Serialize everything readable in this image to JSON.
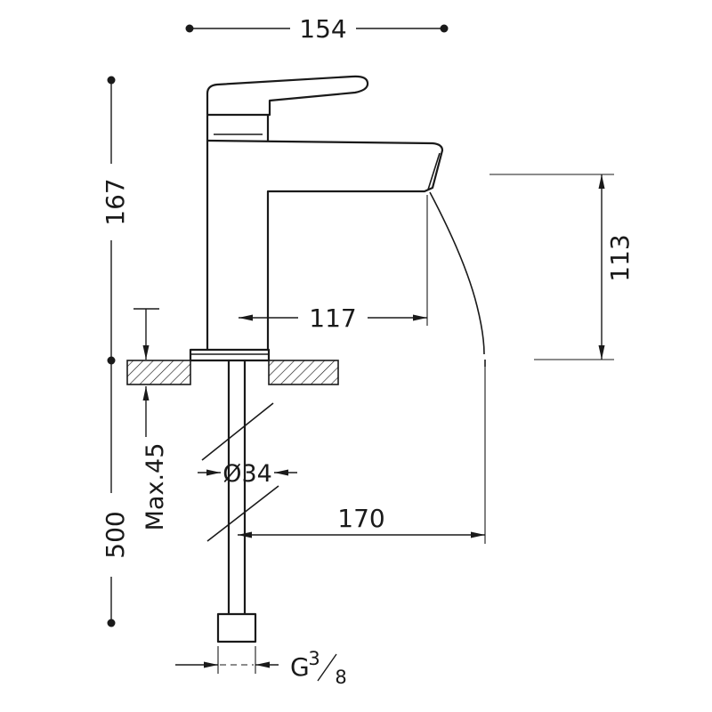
{
  "colors": {
    "line": "#1a1a1a",
    "background": "#ffffff"
  },
  "dimensions": {
    "top_width": "154",
    "left_height": "167",
    "spout_height": "113",
    "spout_reach": "117",
    "counter_thickness": "Max.45",
    "supply_length": "500",
    "body_diameter": "Ø34",
    "outlet_reach": "170",
    "thread_prefix": "G",
    "thread_numerator": "3",
    "thread_denominator": "8"
  }
}
